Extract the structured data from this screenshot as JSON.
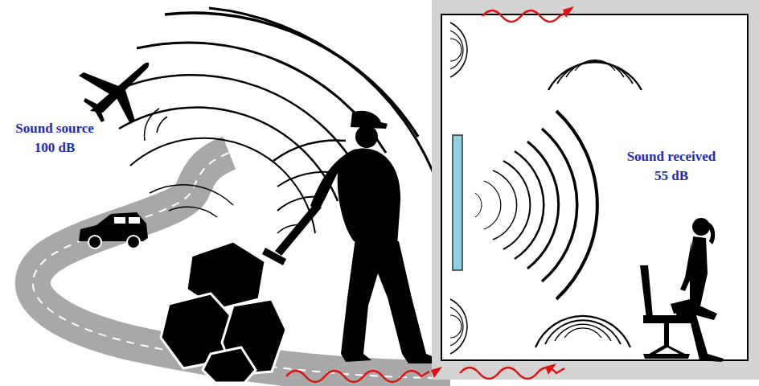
{
  "diagram": {
    "labels": [
      "Sound source",
      "100 dB",
      "Sound received",
      "55 dB"
    ]
  }
}
